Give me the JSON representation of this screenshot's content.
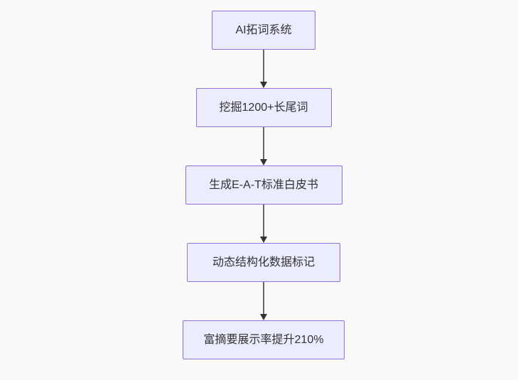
{
  "diagram": {
    "type": "flowchart",
    "direction": "top-down",
    "nodes": [
      {
        "id": "A",
        "label": "AI拓词系统"
      },
      {
        "id": "B",
        "label": "挖掘1200+长尾词"
      },
      {
        "id": "C",
        "label": "生成E-A-T标准白皮书"
      },
      {
        "id": "D",
        "label": "动态结构化数据标记"
      },
      {
        "id": "E",
        "label": "富摘要展示率提升210%"
      }
    ],
    "edges": [
      {
        "from": "A",
        "to": "B"
      },
      {
        "from": "B",
        "to": "C"
      },
      {
        "from": "C",
        "to": "D"
      },
      {
        "from": "D",
        "to": "E"
      }
    ],
    "colors": {
      "node_fill": "#ececff",
      "node_border": "#9370db",
      "node_text": "#333333",
      "edge_line": "#696969",
      "arrowhead": "#333333",
      "background": "#fafafa"
    }
  }
}
